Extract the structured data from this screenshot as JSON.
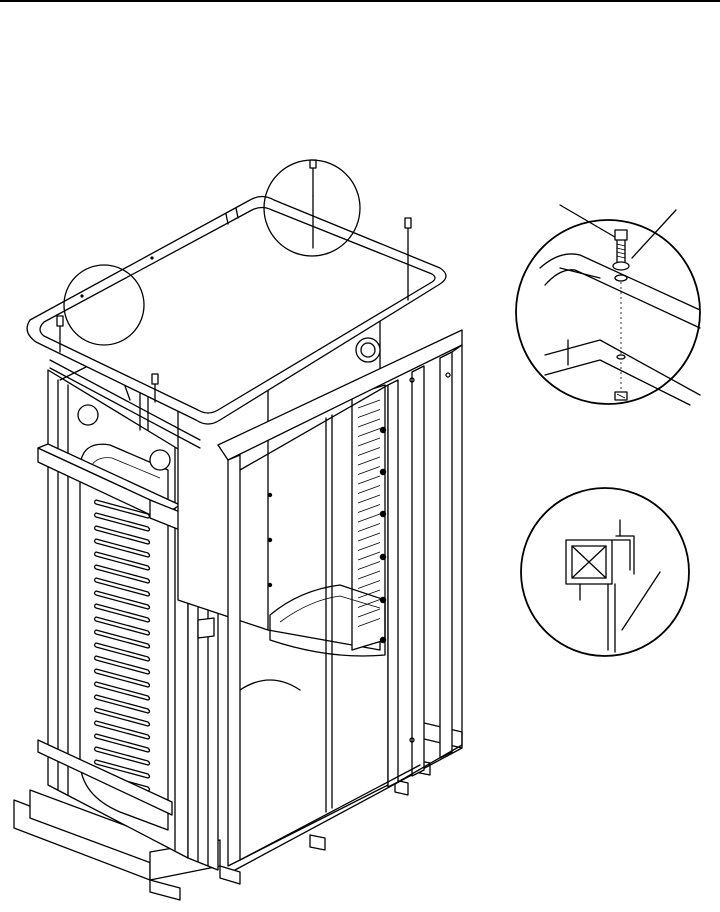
{
  "figure": {
    "colors": {
      "line": "#000000",
      "background": "#ffffff"
    },
    "main_view": {
      "depicts": "cabinet-frame-isometric"
    },
    "detail_views": [
      {
        "depicts": "bolt-washer-nut-detail"
      },
      {
        "depicts": "corner-bracket-detail"
      }
    ]
  }
}
